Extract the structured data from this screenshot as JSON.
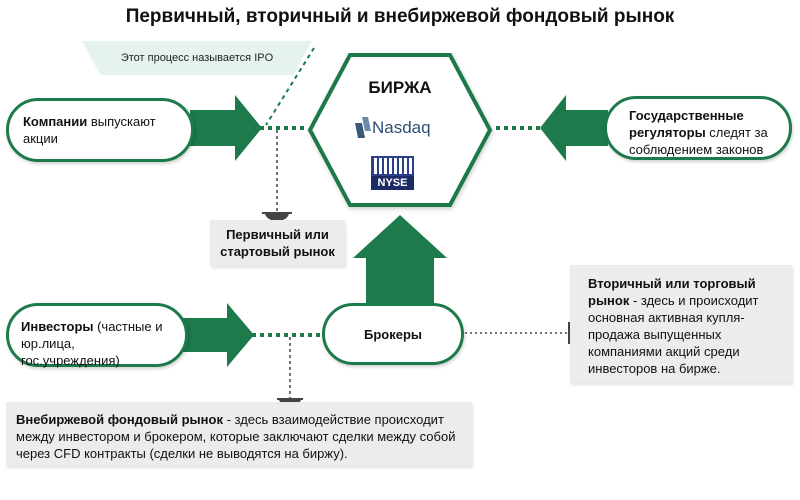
{
  "title": "Первичный, вторичный и внебиржевой фондовый рынок",
  "ipo_banner": "Этот процесс называется IPO",
  "companies": {
    "bold": "Компании",
    "text": " выпускают акции"
  },
  "regulators": {
    "bold": "Государственные регуляторы",
    "text": " следят за соблюдением законов"
  },
  "exchange": {
    "title": "БИРЖА",
    "nasdaq": "Nasdaq",
    "nyse": "NYSE"
  },
  "primary_market": "Первичный или стартовый рынок",
  "investors": {
    "bold": "Инвесторы",
    "text": " (частные и юр.лица, гос.учреждения)"
  },
  "brokers": "Брокеры",
  "secondary_market": {
    "bold": "Вторичный или торговый рынок",
    "text": " - здесь и происходит основная активная купля-продажа выпущенных компаниями акций среди инвесторов на бирже."
  },
  "otc_market": {
    "bold": "Внебиржевой фондовый  рынок",
    "text": " - здесь взаимодействие происходит между инвестором и брокером, которые заключают сделки между собой через CFD контракты (сделки не выводятся на биржу)."
  },
  "colors": {
    "green": "#1d7a4a",
    "light_green": "#e6f2ec",
    "box_gray": "#ececec"
  }
}
